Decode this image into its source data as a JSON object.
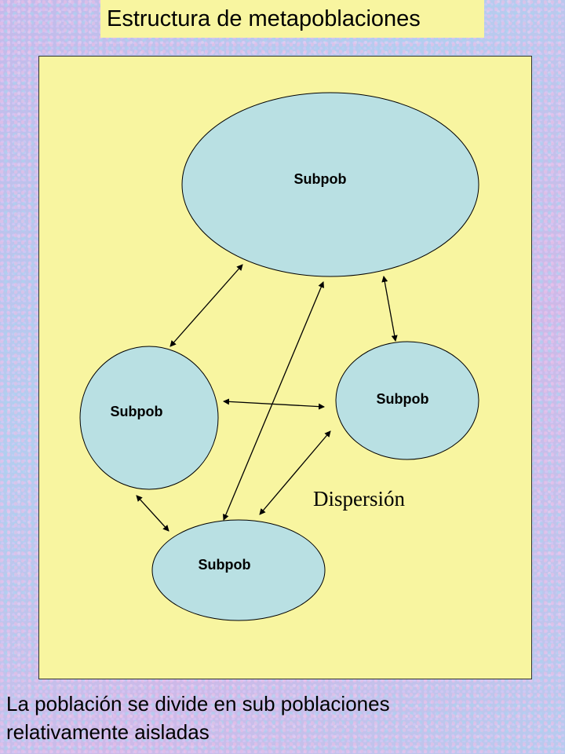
{
  "title": "Estructura de metapoblaciones",
  "nodes": [
    {
      "id": "top",
      "label": "Subpob"
    },
    {
      "id": "left",
      "label": "Subpob"
    },
    {
      "id": "right",
      "label": "Subpob"
    },
    {
      "id": "bottom",
      "label": "Subpob"
    }
  ],
  "edges": [
    {
      "from": "top",
      "to": "left"
    },
    {
      "from": "top",
      "to": "right"
    },
    {
      "from": "top",
      "to": "bottom"
    },
    {
      "from": "left",
      "to": "right"
    },
    {
      "from": "left",
      "to": "bottom"
    },
    {
      "from": "right",
      "to": "bottom"
    }
  ],
  "edge_label": "Dispersión",
  "caption": {
    "line1": "La población  se divide  en sub poblaciones",
    "line2": "relativamente  aisladas"
  },
  "colors": {
    "panel": "#f8f5a0",
    "node_fill": "#b9e0e3"
  }
}
